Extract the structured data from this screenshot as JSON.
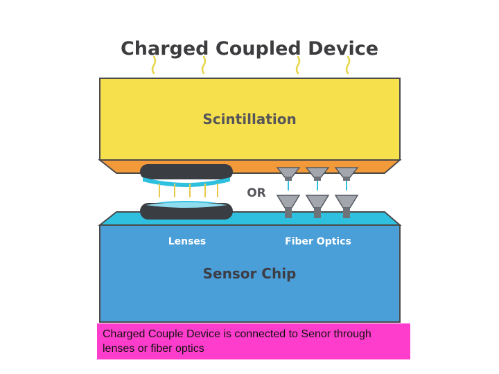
{
  "diagram": {
    "title": "Charged Coupled Device",
    "top_layer_label": "Scintillation",
    "or_label": "OR",
    "lenses_label": "Lenses",
    "fiber_label": "Fiber Optics",
    "bottom_layer_label": "Sensor Chip",
    "colors": {
      "scintillation": "#f6e04c",
      "orange_band": "#f29a3a",
      "sensor": "#4b9fd9",
      "sensor_top": "#2fc0e0",
      "lens_dark": "#3a3d42",
      "funnel": "#a3a7ad"
    }
  },
  "caption": {
    "text": "Charged Couple Device is connected to Senor through lenses or fiber optics",
    "background": "#ff3dcc"
  }
}
